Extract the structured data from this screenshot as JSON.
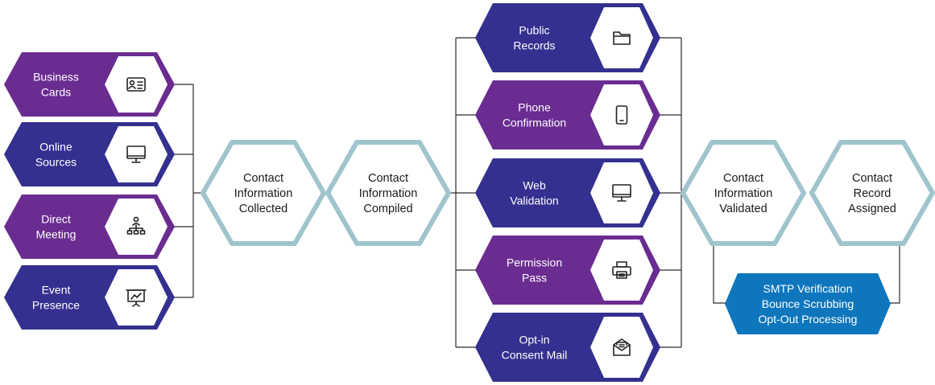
{
  "colors": {
    "navy": "#34308f",
    "purple": "#6a2c91",
    "hex_outline": "#9fc4cc",
    "blue_box": "#0e76bc",
    "connector": "#2b2b2b",
    "purple_line": "#6a2c91"
  },
  "sources": [
    {
      "id": "business-cards",
      "lines": [
        "Business",
        "Cards"
      ],
      "icon": "business-card-icon",
      "color": "purple"
    },
    {
      "id": "online-sources",
      "lines": [
        "Online",
        "Sources"
      ],
      "icon": "monitor-icon",
      "color": "navy"
    },
    {
      "id": "direct-meeting",
      "lines": [
        "Direct",
        "Meeting"
      ],
      "icon": "org-chart-icon",
      "color": "purple"
    },
    {
      "id": "event-presence",
      "lines": [
        "Event",
        "Presence"
      ],
      "icon": "presentation-icon",
      "color": "navy"
    }
  ],
  "stages": [
    {
      "id": "collected",
      "lines": [
        "Contact",
        "Information",
        "Collected"
      ]
    },
    {
      "id": "compiled",
      "lines": [
        "Contact",
        "Information",
        "Compiled"
      ]
    },
    {
      "id": "validated",
      "lines": [
        "Contact",
        "Information",
        "Validated"
      ]
    },
    {
      "id": "assigned",
      "lines": [
        "Contact",
        "Record",
        "Assigned"
      ]
    }
  ],
  "checks": [
    {
      "id": "public-records",
      "lines": [
        "Public",
        "Records"
      ],
      "icon": "folder-icon",
      "color": "navy"
    },
    {
      "id": "phone-confirmation",
      "lines": [
        "Phone",
        "Confirmation"
      ],
      "icon": "phone-icon",
      "color": "purple"
    },
    {
      "id": "web-validation",
      "lines": [
        "Web",
        "Validation"
      ],
      "icon": "monitor-icon",
      "color": "navy"
    },
    {
      "id": "permission-pass",
      "lines": [
        "Permission",
        "Pass"
      ],
      "icon": "printer-icon",
      "color": "purple"
    },
    {
      "id": "opt-in-consent-mail",
      "lines": [
        "Opt-in",
        "Consent Mail"
      ],
      "icon": "envelope-icon",
      "color": "navy"
    }
  ],
  "verification_box": {
    "lines": [
      "SMTP Verification",
      "Bounce Scrubbing",
      "Opt-Out Processing"
    ]
  }
}
